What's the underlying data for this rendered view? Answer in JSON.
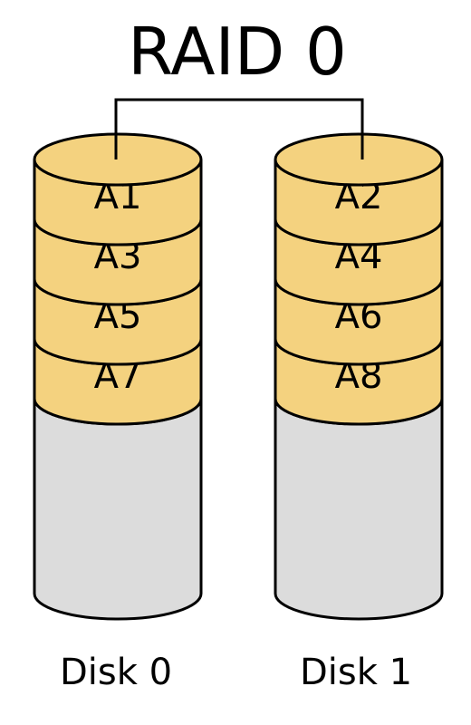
{
  "title": "RAID 0",
  "colors": {
    "stripe_fill": "#f4d27f",
    "empty_fill": "#dcdcdc",
    "outline": "#000000",
    "background": "#ffffff"
  },
  "disks": [
    {
      "label": "Disk 0",
      "blocks": [
        "A1",
        "A3",
        "A5",
        "A7"
      ]
    },
    {
      "label": "Disk 1",
      "blocks": [
        "A2",
        "A4",
        "A6",
        "A8"
      ]
    }
  ]
}
